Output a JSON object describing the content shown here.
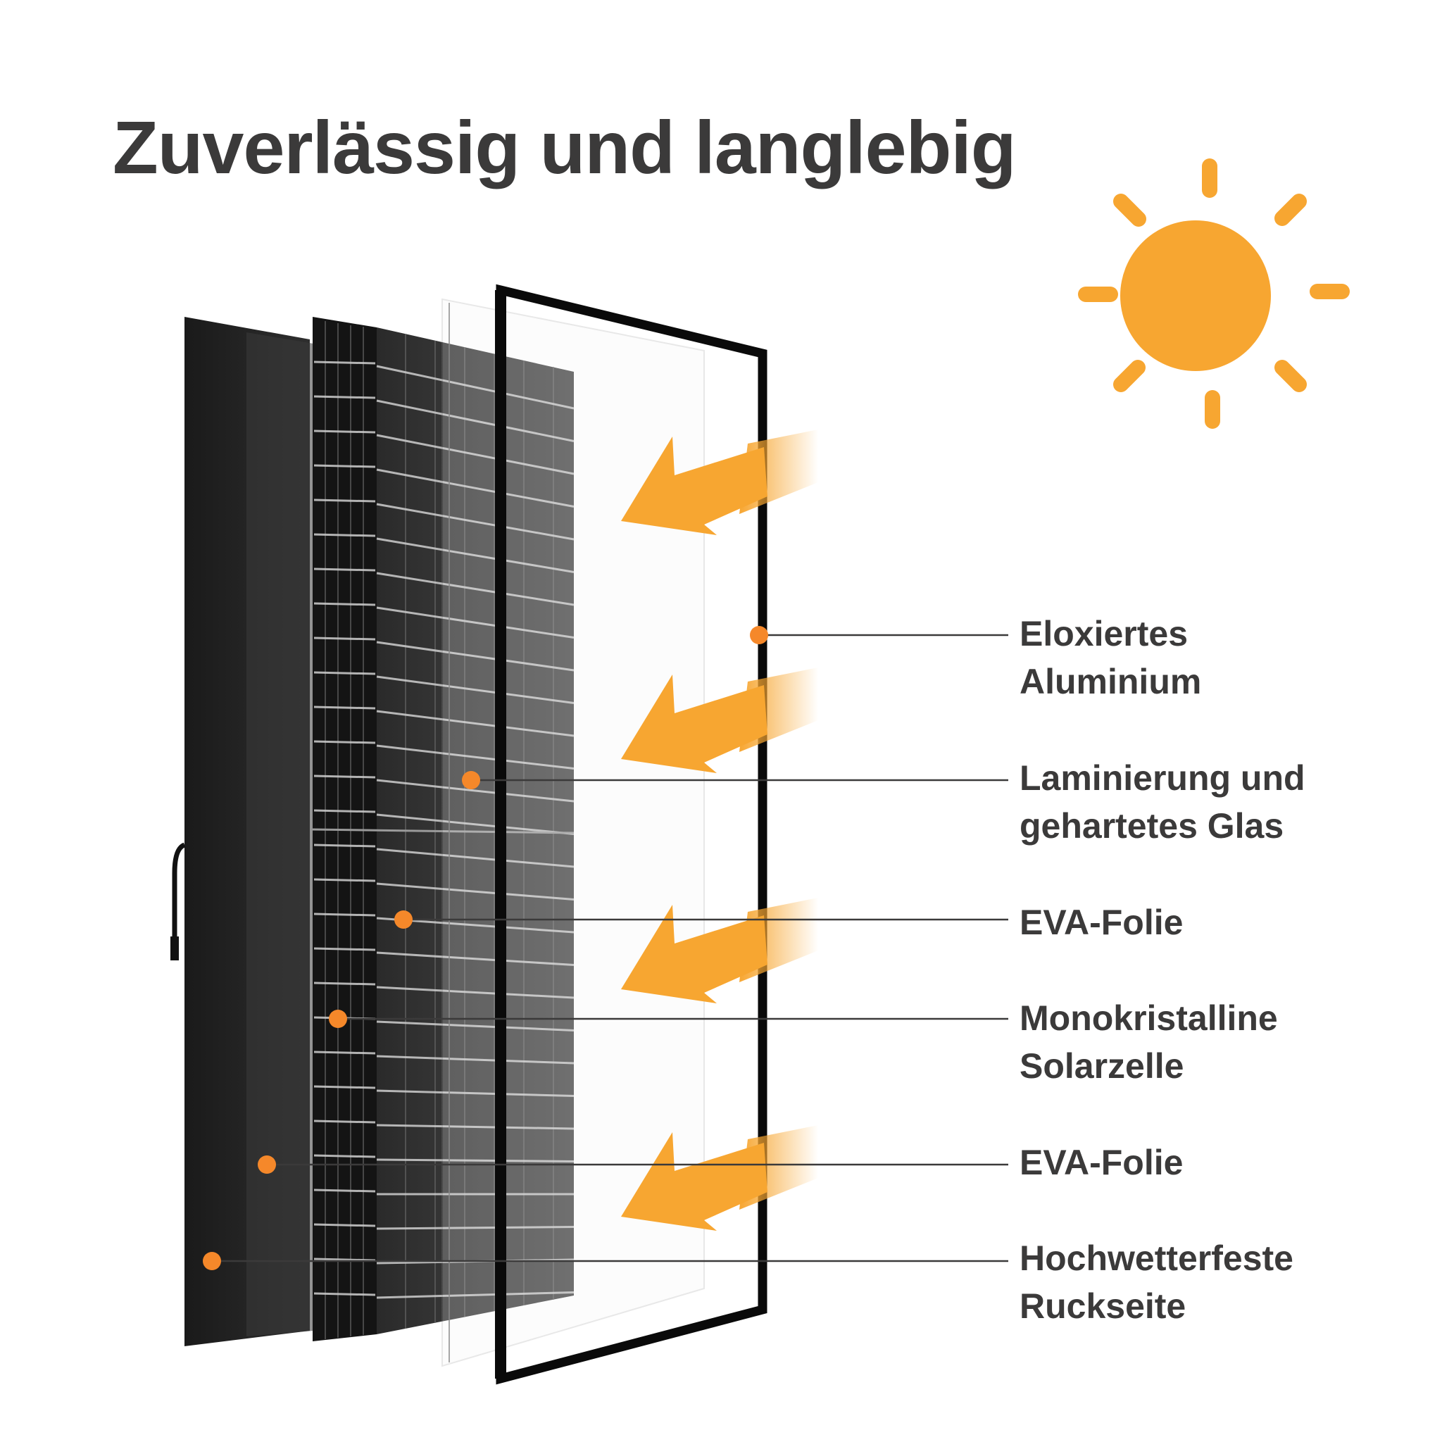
{
  "title": "Zuverlässig und langlebig",
  "colors": {
    "accent": "#F7A631",
    "dot": "#F5882A",
    "text": "#3b3a3a",
    "frame": "#0a0a0a"
  },
  "icons": [
    "sun-icon",
    "light-ray-arrow-icon"
  ],
  "layers": [
    {
      "line1": "Eloxiertes",
      "line2": "Aluminium"
    },
    {
      "line1": "Laminierung und",
      "line2": "gehartetes Glas"
    },
    {
      "line1": "EVA-Folie",
      "line2": ""
    },
    {
      "line1": "Monokristalline",
      "line2": "Solarzelle"
    },
    {
      "line1": "EVA-Folie",
      "line2": ""
    },
    {
      "line1": "Hochwetterfeste",
      "line2": "Ruckseite"
    }
  ]
}
